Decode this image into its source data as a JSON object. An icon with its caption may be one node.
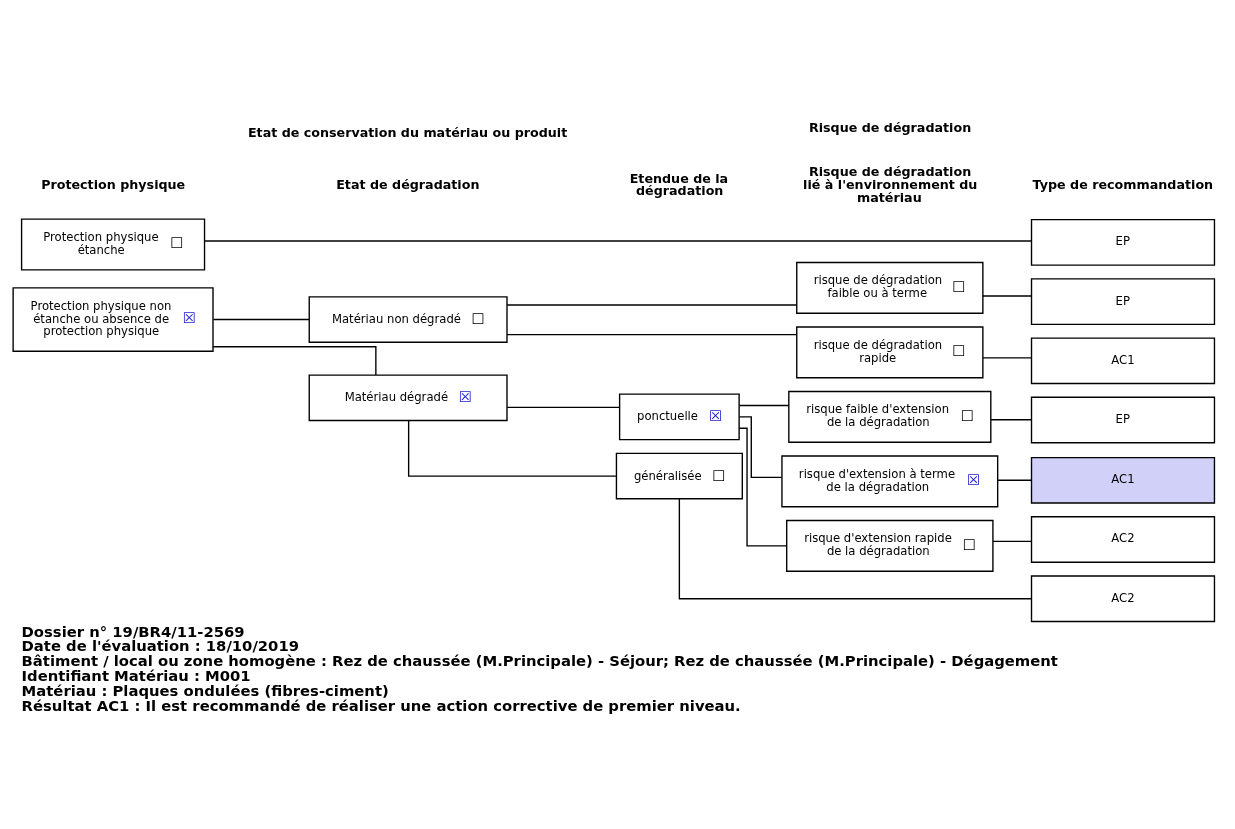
{
  "diagram": {
    "nodes": [
      {
        "text": [
          "Protection physique étanche",
          "☐"
        ]
      },
      {
        "text": [
          "Protection physique non étanche ou absence de protection physique",
          "☒"
        ]
      },
      {
        "text": [
          "Matériau non dégradé",
          "☐"
        ]
      },
      {
        "text": [
          "Matériau dégradé",
          "☒"
        ]
      },
      {
        "text": [
          "ponctuelle",
          "☒"
        ]
      },
      {
        "text": [
          "généralisée",
          "☐"
        ]
      },
      {
        "text": [
          "risque de dégradation faible ou à terme",
          "☐"
        ]
      },
      {
        "text": [
          "risque de dégradation rapide",
          "☐"
        ]
      },
      {
        "text": [
          "risque faible d'extension de la dégradation",
          "☐"
        ]
      },
      {
        "text": [
          "risque d'extension à terme de la dégradation",
          "☒"
        ]
      },
      {
        "text": [
          "risque d'extension rapide de la dégradation",
          "☐"
        ]
      },
      {
        "text": [
          "EP"
        ]
      },
      {
        "text": [
          "EP"
        ]
      },
      {
        "text": [
          "AC1"
        ]
      },
      {
        "text": [
          "EP"
        ]
      },
      {
        "text": [
          "AC1"
        ]
      },
      {
        "text": [
          "AC2"
        ]
      },
      {
        "text": [
          "AC2"
        ]
      }
    ],
    "edges": [
      {
        "from": 0,
        "to": 11,
        "arrow": "none"
      },
      {
        "from": 1,
        "to": 2,
        "arrow": "none"
      },
      {
        "from": 1,
        "to": 3,
        "arrow": "none"
      },
      {
        "from": 2,
        "to": 6,
        "arrow": "none"
      },
      {
        "from": 2,
        "to": 7,
        "arrow": "none"
      },
      {
        "from": 6,
        "to": 12,
        "arrow": "none"
      },
      {
        "from": 7,
        "to": 13,
        "arrow": "none"
      },
      {
        "from": 3,
        "to": 4,
        "arrow": "none"
      },
      {
        "from": 3,
        "to": 5,
        "arrow": "none"
      },
      {
        "from": 4,
        "to": 8,
        "arrow": "none"
      },
      {
        "from": 4,
        "to": 9,
        "arrow": "none"
      },
      {
        "from": 4,
        "to": 10,
        "arrow": "none"
      },
      {
        "from": 8,
        "to": 14,
        "arrow": "none"
      },
      {
        "from": 9,
        "to": 15,
        "arrow": "none"
      },
      {
        "from": 10,
        "to": 16,
        "arrow": "none"
      },
      {
        "from": 5,
        "to": 17,
        "arrow": "none"
      }
    ],
    "labels": [
      "Etat de conservation du matériau ou produit",
      "Risque de dégradation",
      "Protection physique",
      "Etat de dégradation",
      "Etendue de la dégradation",
      "Risque de dégradation lié à l'environnement du matériau",
      "Type de recommandation",
      "Dossier n° 19/BR4/11-2569",
      "Date de l'évaluation : 18/10/2019",
      "Bâtiment / local ou zone homogène : Rez de chaussée (M.Principale) - Séjour; Rez de chaussée (M.Principale) - Dégagement",
      "Identifiant Matériau : M001",
      "Matériau : Plaques ondulées (fibres-ciment)",
      "Résultat AC1 : Il est recommandé de réaliser une action corrective de premier niveau."
    ]
  }
}
